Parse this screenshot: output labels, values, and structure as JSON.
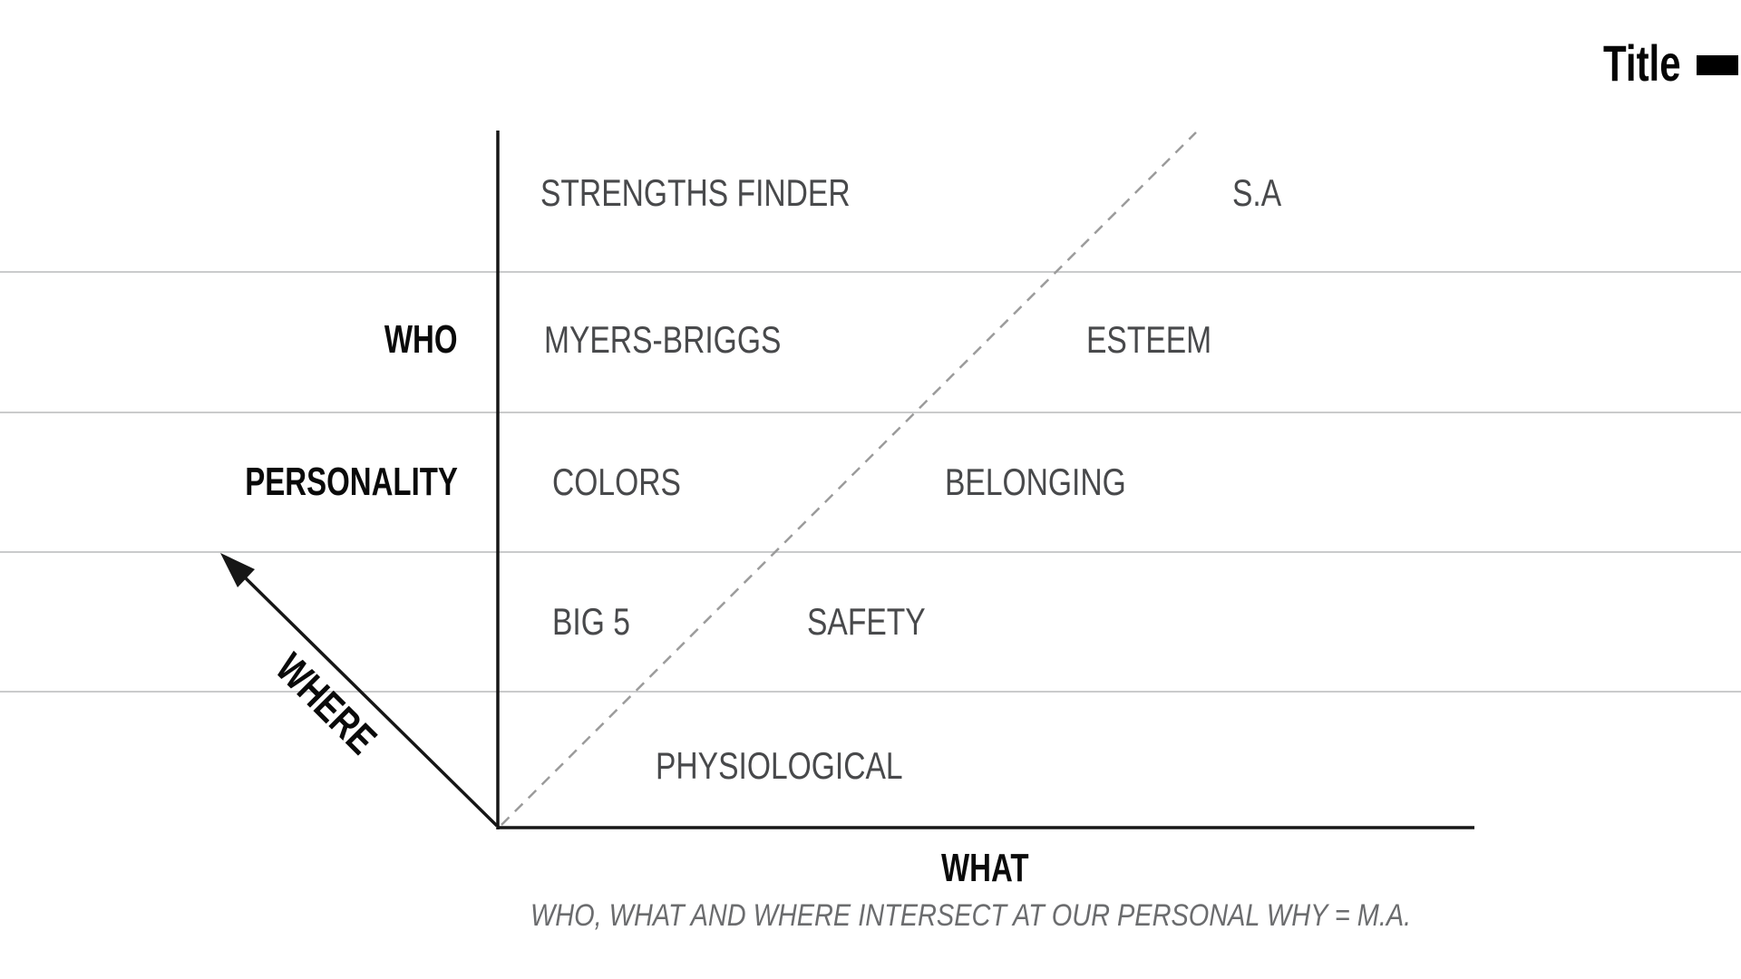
{
  "legend": {
    "label": "Title",
    "swatch_color": "#000000"
  },
  "matrix": {
    "row_labels": {
      "who": "WHO",
      "personality": "PERSONALITY"
    },
    "axis_labels": {
      "where": "WHERE",
      "what": "WHAT"
    },
    "assessments": [
      "STRENGTHS FINDER",
      "MYERS-BRIGGS",
      "COLORS",
      "BIG 5"
    ],
    "needs": [
      "S.A",
      "ESTEEM",
      "BELONGING",
      "SAFETY",
      "PHYSIOLOGICAL"
    ],
    "caption": "WHO, WHAT AND WHERE INTERSECT AT OUR PERSONAL WHY = M.A.",
    "colors": {
      "label_gray": "#48494b",
      "caption_gray": "#6b6c6e",
      "gridline": "#cacbcc",
      "dashed_line": "#9b9b9b",
      "axis_black": "#161616"
    }
  }
}
